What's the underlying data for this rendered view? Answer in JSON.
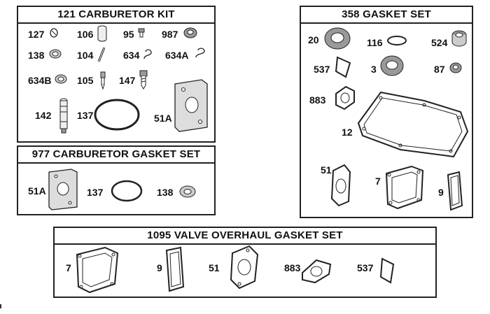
{
  "kits": {
    "carb_kit": {
      "title": "121 CARBURETOR KIT",
      "labels": {
        "p127": "127",
        "p106": "106",
        "p95": "95",
        "p987": "987",
        "p138": "138",
        "p104": "104",
        "p634": "634",
        "p634A": "634A",
        "p634B": "634B",
        "p105": "105",
        "p147": "147",
        "p142": "142",
        "p137": "137",
        "p51A": "51A"
      }
    },
    "carb_gasket": {
      "title": "977 CARBURETOR GASKET SET",
      "labels": {
        "p51A": "51A",
        "p137": "137",
        "p138": "138"
      }
    },
    "gasket_set": {
      "title": "358 GASKET SET",
      "labels": {
        "p20": "20",
        "p116": "116",
        "p524": "524",
        "p537": "537",
        "p3": "3",
        "p87": "87",
        "p883": "883",
        "p12": "12",
        "p51": "51",
        "p7": "7",
        "p9": "9"
      }
    },
    "valve_gasket": {
      "title": "1095 VALVE OVERHAUL GASKET SET",
      "labels": {
        "p7": "7",
        "p9": "9",
        "p51": "51",
        "p883": "883",
        "p537": "537"
      }
    }
  },
  "colors": {
    "ink": "#222222",
    "paper": "#ffffff",
    "shade": "#9a9a9a"
  }
}
